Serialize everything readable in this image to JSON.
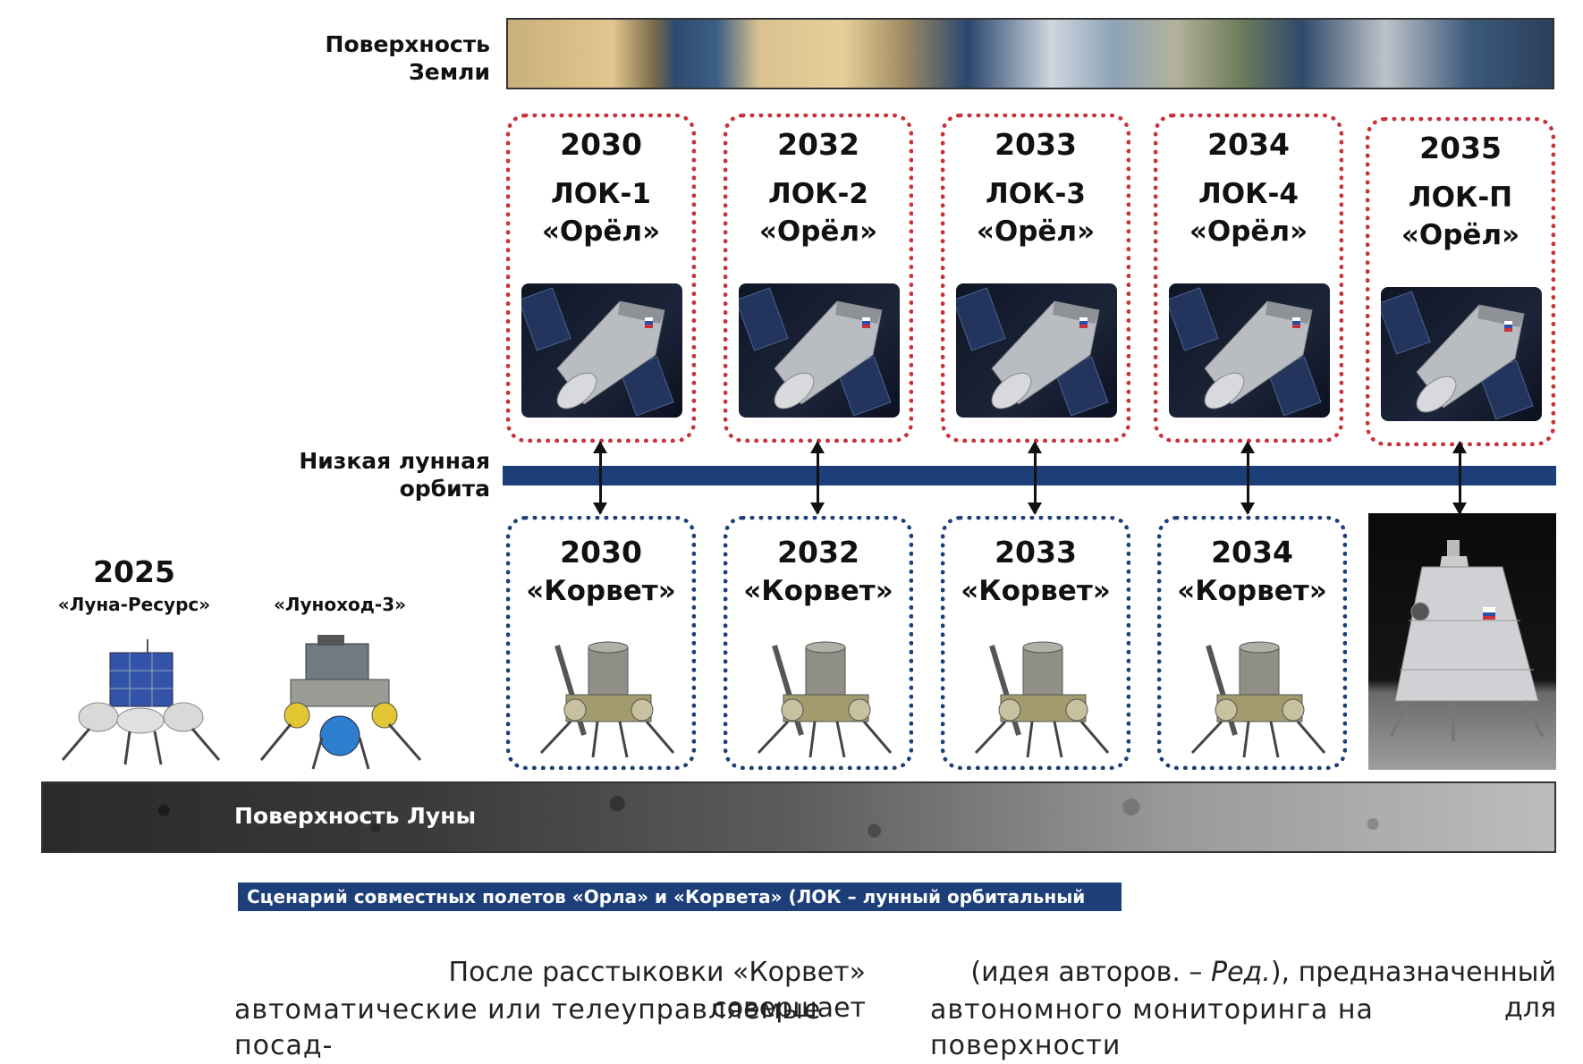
{
  "labels": {
    "earth_surface": "Поверхность Земли",
    "low_lunar_orbit": "Низкая лунная орбита",
    "moon_surface": "Поверхность Луны"
  },
  "orbiters": [
    {
      "year": "2030",
      "name_line1": "ЛОК-1",
      "name_line2": "«Орёл»"
    },
    {
      "year": "2032",
      "name_line1": "ЛОК-2",
      "name_line2": "«Орёл»"
    },
    {
      "year": "2033",
      "name_line1": "ЛОК-3",
      "name_line2": "«Орёл»"
    },
    {
      "year": "2034",
      "name_line1": "ЛОК-4",
      "name_line2": "«Орёл»"
    },
    {
      "year": "2035",
      "name_line1": "ЛОК-П",
      "name_line2": "«Орёл»"
    }
  ],
  "landers": [
    {
      "year": "2030",
      "name": "«Корвет»"
    },
    {
      "year": "2032",
      "name": "«Корвет»"
    },
    {
      "year": "2033",
      "name": "«Корвет»"
    },
    {
      "year": "2034",
      "name": "«Корвет»"
    }
  ],
  "early_missions": {
    "year": "2025",
    "mission1": "«Луна-Ресурс»",
    "mission2": "«Луноход-3»"
  },
  "caption": "Сценарий совместных полетов «Орла» и «Корвета» (ЛОК – лунный орбитальный корабль)",
  "body": {
    "left_line1": "После расстыковки «Корвет» совершает",
    "left_line2": "автоматические или телеуправляемые посад-",
    "right_line1_a": "(идея авторов. – ",
    "right_line1_em": "Ред.",
    "right_line1_b": "), предназначенный для",
    "right_line2": "автономного мониторинга на поверхности"
  },
  "colors": {
    "orbit_blue": "#1c3f7a",
    "orbiter_border_red": "#c8323a",
    "lander_border_blue": "#1c3f7a"
  }
}
